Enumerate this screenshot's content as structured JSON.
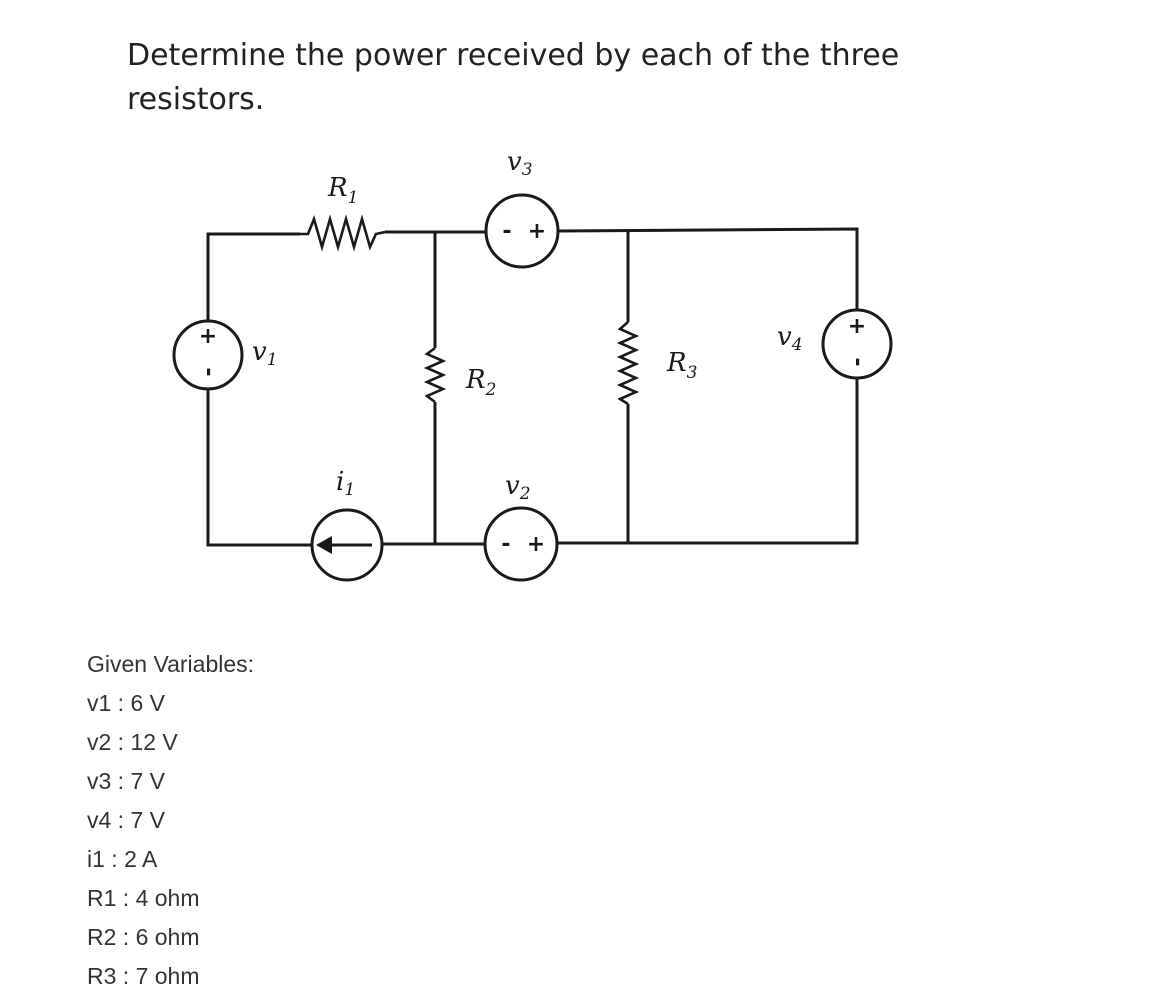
{
  "problem_text": "Determine the power received by each of the three resistors.",
  "circuit": {
    "resistors": [
      {
        "name": "R",
        "sub": "1"
      },
      {
        "name": "R",
        "sub": "2"
      },
      {
        "name": "R",
        "sub": "3"
      }
    ],
    "voltage_sources": [
      {
        "name": "v",
        "sub": "1"
      },
      {
        "name": "v",
        "sub": "2"
      },
      {
        "name": "v",
        "sub": "3"
      },
      {
        "name": "v",
        "sub": "4"
      }
    ],
    "current_sources": [
      {
        "name": "i",
        "sub": "1"
      }
    ],
    "signs": {
      "plus": "+",
      "minus": "-"
    }
  },
  "given": {
    "title": "Given Variables:",
    "items": [
      "v1 : 6 V",
      "v2 : 12 V",
      "v3 : 7 V",
      "v4 : 7 V",
      "i1 : 2 A",
      "R1 : 4 ohm",
      "R2 : 6 ohm",
      "R3 : 7 ohm"
    ]
  }
}
